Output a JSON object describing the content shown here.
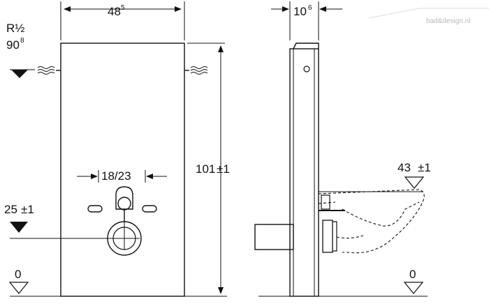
{
  "watermark": "bad&design.nl",
  "front_view": {
    "width": {
      "main": "48",
      "sup": "5"
    },
    "connection": {
      "main": "R½",
      "height_main": "90",
      "height_sup": "8"
    },
    "spacing": "18/23",
    "height": {
      "main": "101",
      "tol": "±1"
    },
    "drain_height": {
      "main": "25",
      "tol": "±1"
    },
    "floor_level": "0"
  },
  "side_view": {
    "depth": {
      "main": "10",
      "sup": "6"
    },
    "bowl_height": {
      "main": "43",
      "tol": "±1"
    },
    "floor_level": "0"
  },
  "colors": {
    "line": "#111111",
    "watermark": "#b9b9b9"
  }
}
